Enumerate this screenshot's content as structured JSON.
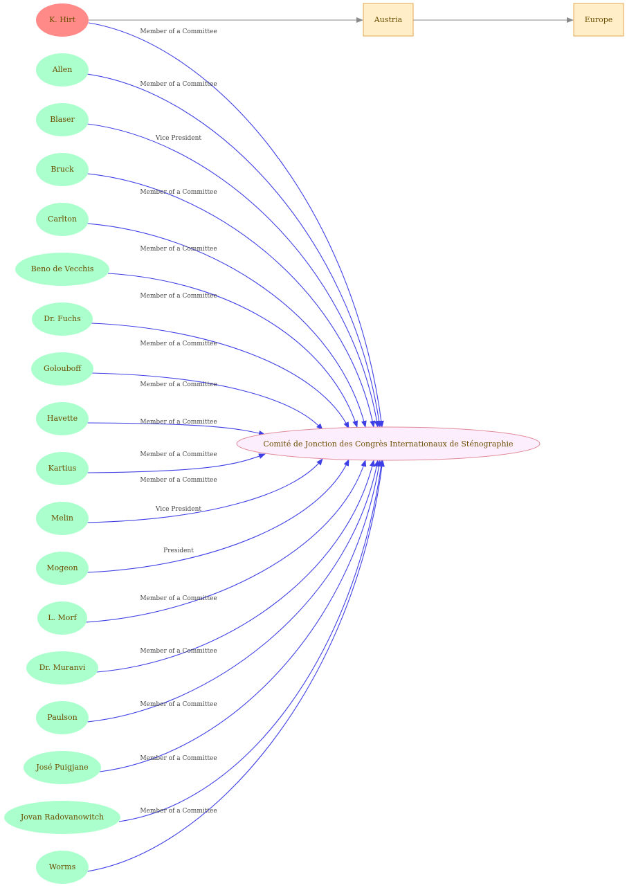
{
  "colors": {
    "person_fill": "#aaffcc",
    "highlight_fill": "#ff8a88",
    "org_fill": "#fdeefd",
    "org_stroke": "#e08a9a",
    "place_fill": "#ffeec8",
    "place_stroke": "#e0a850",
    "member_edge": "#3f3fe6",
    "place_edge": "#8a8a8a",
    "label_text": "#6b4e00"
  },
  "nodes": {
    "hirt": "K.  Hirt",
    "austria": "Austria",
    "europe": "Europe",
    "org": "Comité de Jonction des Congrès Internationaux de Sténographie",
    "people": [
      "Allen",
      "Blaser",
      "Bruck",
      "Carlton",
      "Beno  de Vecchis",
      "Dr. Fuchs",
      "Golouboff",
      "Havette",
      "Kartius",
      "Melin",
      "Mogeon",
      "L.  Morf",
      "Dr. Muranvi",
      "Paulson",
      "José Puigjane",
      "Jovan Radovanowitch",
      "Worms"
    ]
  },
  "edges": {
    "roles": [
      "Member of a Committee",
      "Member of a Committee",
      "Vice President",
      "Member of a Committee",
      "Member of a Committee",
      "Member of a Committee",
      "Member of a Committee",
      "Member of a Committee",
      "Member of a Committee",
      "Member of a Committee",
      "Member of a Committee",
      "Vice President",
      "President",
      "Member of a Committee",
      "Member of a Committee",
      "Member of a Committee",
      "Member of a Committee",
      "Member of a Committee"
    ]
  }
}
